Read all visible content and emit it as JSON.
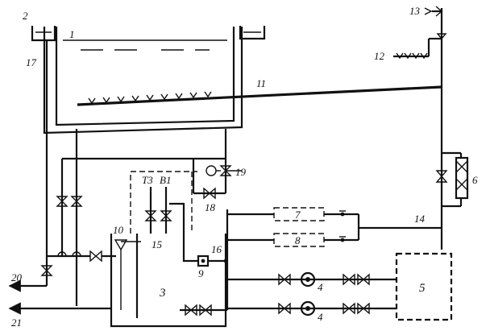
{
  "labels": {
    "n1": "1",
    "n2": "2",
    "n3": "3",
    "n4a": "4",
    "n4b": "4",
    "n5": "5",
    "n6": "6",
    "n7": "7",
    "n8": "8",
    "n9": "9",
    "n10": "10",
    "n11": "11",
    "n12": "12",
    "n13": "13",
    "n14": "14",
    "n15": "15",
    "n16": "16",
    "n17": "17",
    "n18": "18",
    "n19": "19",
    "n20": "20",
    "n21": "21",
    "t3": "Т3",
    "v1": "В1"
  }
}
